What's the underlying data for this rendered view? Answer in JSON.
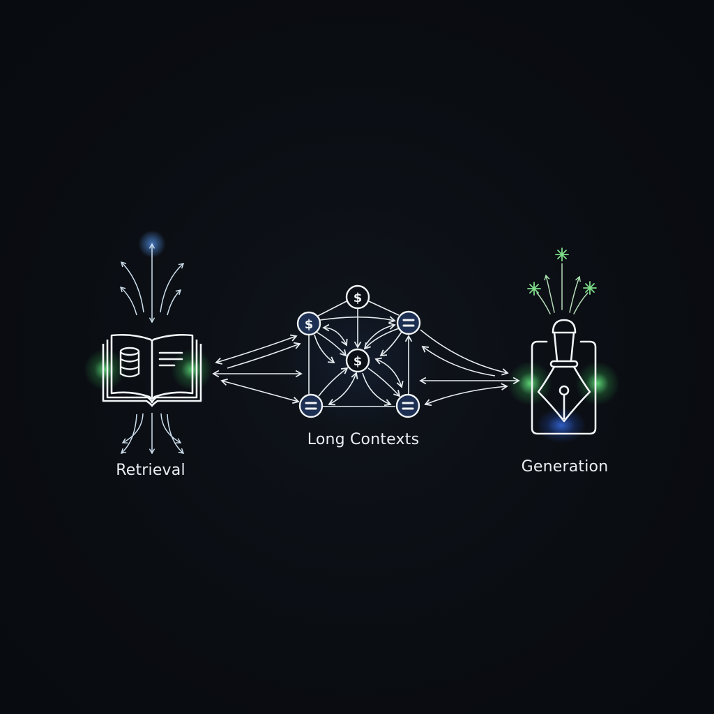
{
  "diagram": {
    "stages": [
      {
        "id": "retrieval",
        "label": "Retrieval",
        "icon": "open-book-database-icon"
      },
      {
        "id": "long-contexts",
        "label": "Long Contexts",
        "icon": "node-network-icon"
      },
      {
        "id": "generation",
        "label": "Generation",
        "icon": "fountain-pen-icon"
      }
    ],
    "network_nodes": [
      {
        "id": "top",
        "glyph": "$"
      },
      {
        "id": "upper-left",
        "glyph": "$"
      },
      {
        "id": "upper-right",
        "glyph": "="
      },
      {
        "id": "center",
        "glyph": "$"
      },
      {
        "id": "lower-left",
        "glyph": "="
      },
      {
        "id": "lower-right",
        "glyph": "="
      }
    ],
    "colors": {
      "background": "#0a0e14",
      "line": "#e6ecef",
      "node_fill": "#1d2f52",
      "green_glow": "#5dff7a",
      "blue_glow": "#3a7bff",
      "spark_green": "#7fe08a"
    }
  }
}
